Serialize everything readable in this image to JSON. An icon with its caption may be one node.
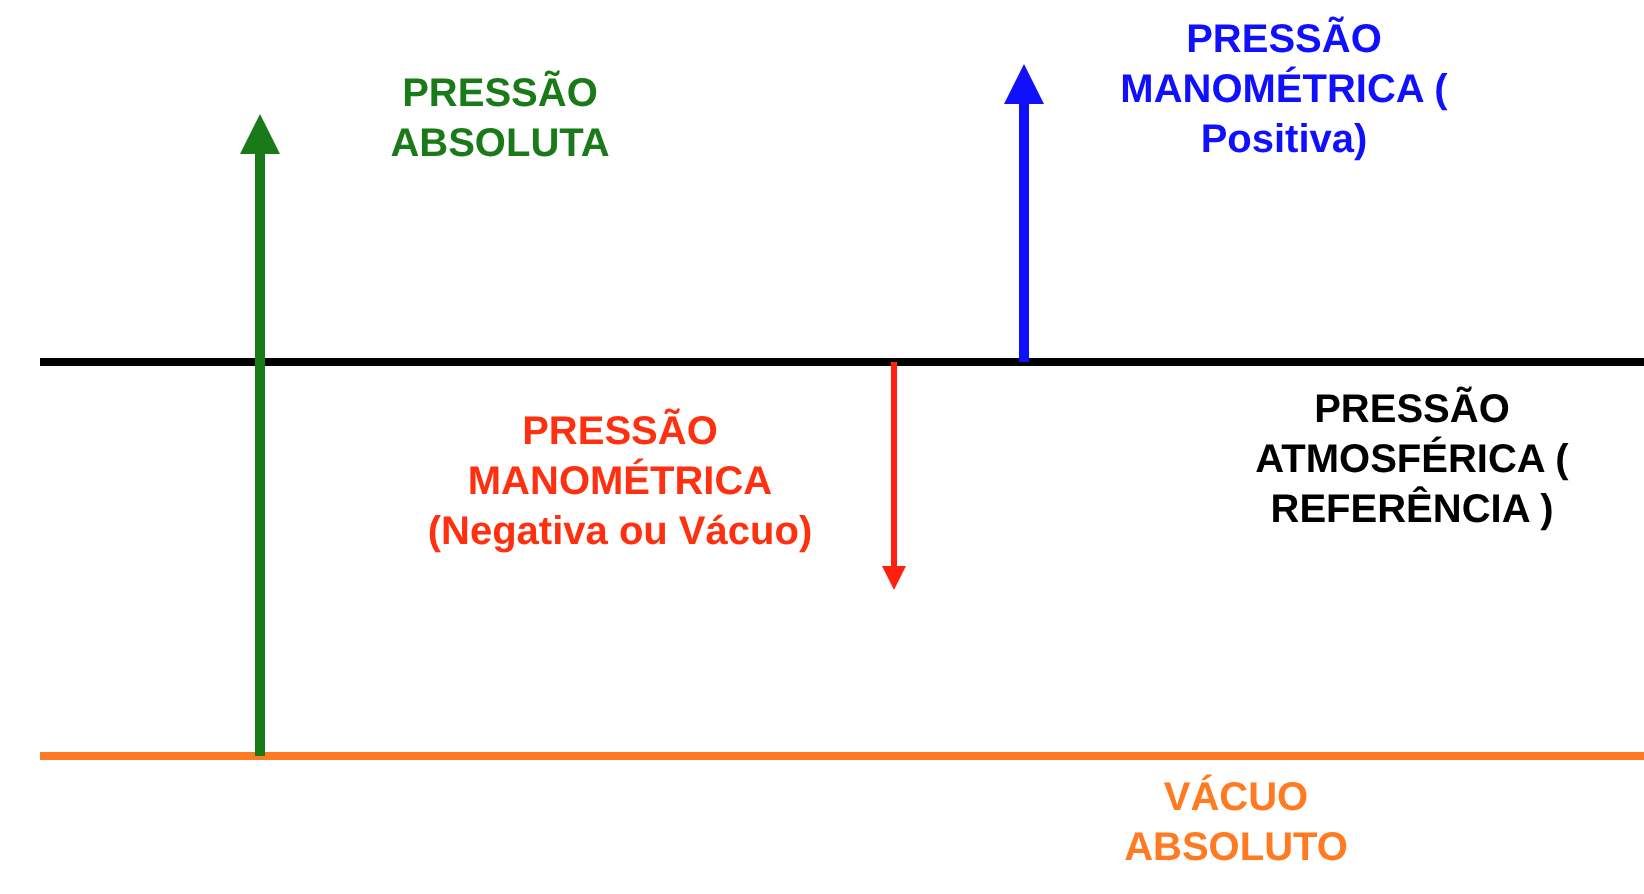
{
  "diagram": {
    "labels": [
      "PRESSÃO ABSOLUTA",
      "PRESSÃO MANOMÉTRICA ( Positiva)",
      "PRESSÃO MANOMÉTRICA (Negativa ou Vácuo)",
      "PRESSÃO ATMOSFÉRICA ( REFERÊNCIA )",
      "VÁCUO ABSOLUTO"
    ]
  }
}
